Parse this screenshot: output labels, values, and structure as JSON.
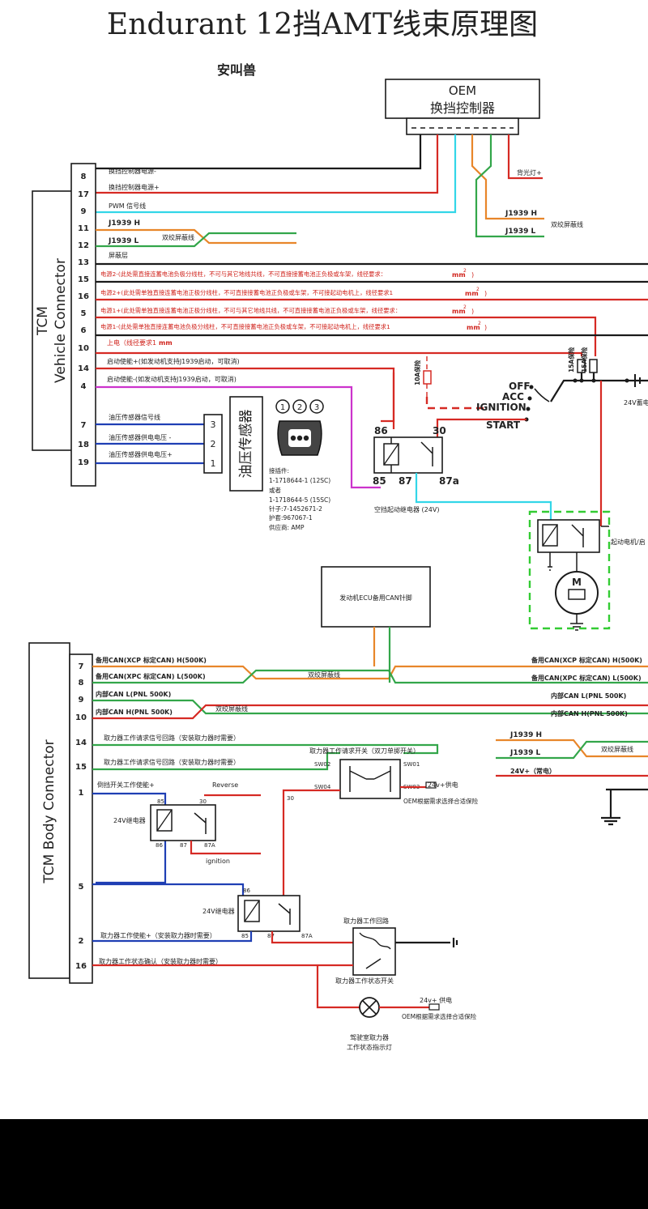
{
  "title": "Endurant 12挡AMT线束原理图",
  "author": "安叫兽",
  "colors": {
    "black": "#1a1a1a",
    "red": "#d62a24",
    "blue": "#1f3fb4",
    "orange": "#e8862a",
    "green": "#33a64a",
    "cyan": "#33d6e8",
    "magenta": "#cc33cc",
    "relay_green": "#33cc33"
  },
  "oem": {
    "line1": "OEM",
    "line2": "换挡控制器",
    "right_wires": {
      "backlight": "背光灯+",
      "h": "J1939 H",
      "l": "J1939 L",
      "twisted": "双绞屏蔽线"
    }
  },
  "vehicle_connector": {
    "label_line1": "TCM",
    "label_line2": "Vehicle Connector",
    "pins": [
      {
        "num": "8",
        "label": "换挡控制器电源-"
      },
      {
        "num": "17",
        "label": "换挡控制器电源+"
      },
      {
        "num": "9",
        "label": "PWM 信号线"
      },
      {
        "num": "11",
        "label": "J1939 H"
      },
      {
        "num": "12",
        "label": "J1939 L"
      },
      {
        "num": "13",
        "label": "屏蔽层"
      },
      {
        "num": "15",
        "label": "电源2-(此处需直接连蓄电池负极分线柱，不可与其它地线共线，不可直接接蓄电池正负极或车架，线径要求："
      },
      {
        "num": "16",
        "label": "电源2+(此处需单独直接连蓄电池正极分线柱，不可直接接蓄电池正负极或车架，不可接起动电机上，线径要求1"
      },
      {
        "num": "5",
        "label": "电源1+(此处需单独直接连蓄电池正极分线柱，不可与其它地线共线，不可直接接蓄电池正负极或车架，线径要求："
      },
      {
        "num": "6",
        "label": "电源1-(此处需单独直接连蓄电池负极分线柱，不可直接接蓄电池正负极或车架，不可接起动电机上，线径要求1"
      },
      {
        "num": "10",
        "label": "上电（线径要求1"
      },
      {
        "num": "14",
        "label": "启动使能+(如发动机支持J1939启动，可取消)"
      },
      {
        "num": "4",
        "label": "启动使能-(如发动机支持J1939启动，可取消)"
      },
      {
        "num": "7",
        "label": "油压传感器信号线"
      },
      {
        "num": "18",
        "label": "油压传感器供电电压 -"
      },
      {
        "num": "19",
        "label": "油压传感器供电电压+"
      }
    ],
    "twisted_label": "双绞屏蔽线",
    "wire_unit": "mm",
    "wire_unit_sup": "2",
    "wire_tail": ")"
  },
  "oil_sensor": {
    "label": "油压传感器",
    "pins": [
      "3",
      "2",
      "1"
    ],
    "connector_pins": [
      "1",
      "2",
      "3"
    ],
    "notes": [
      "接插件:",
      "1-1718644-1 (12SC)",
      "或者",
      "1-1718644-5 (15SC)",
      "针子:7-1452671-2",
      "护套:967067-1",
      "供应商: AMP"
    ]
  },
  "ignition": {
    "off": "OFF",
    "acc": "ACC",
    "ignition": "IGNITION",
    "start": "START",
    "fuse1": "10A保险",
    "fuse2": "15A保险",
    "fuse3": "15A保险",
    "battery": "24V蓄电"
  },
  "start_relay": {
    "p86": "86",
    "p30": "30",
    "p85": "85",
    "p87": "87",
    "p87a": "87a",
    "caption": "空挡起动继电器 (24V)"
  },
  "starter": {
    "caption": "起动电机/启"
  },
  "ecu_box": {
    "label": "发动机ECU备用CAN针脚"
  },
  "body_connector": {
    "label_line1": "TCM Body Connector",
    "pins": [
      {
        "num": "7",
        "label": "备用CAN(XCP 标定CAN) H(500K)"
      },
      {
        "num": "8",
        "label": "备用CAN(XPC 标定CAN) L(500K)"
      },
      {
        "num": "9",
        "label": "内部CAN L(PNL 500K)"
      },
      {
        "num": "10",
        "label": "内部CAN H(PNL 500K)"
      },
      {
        "num": "14",
        "label": "取力器工作请求信号回路（安装取力器时需要）"
      },
      {
        "num": "15",
        "label": "取力器工作请求信号回路（安装取力器时需要）"
      },
      {
        "num": "1",
        "label": "倒挡开关工作使能+"
      },
      {
        "num": "5",
        "label": ""
      },
      {
        "num": "2",
        "label": "取力器工作使能+（安装取力器时需要）"
      },
      {
        "num": "16",
        "label": "取力器工作状态确认（安装取力器时需要）"
      }
    ],
    "right": [
      {
        "label": "备用CAN(XCP 标定CAN) H(500K)"
      },
      {
        "label": "备用CAN(XPC 标定CAN) L(500K)"
      },
      {
        "label": "内部CAN L(PNL 500K)"
      },
      {
        "label": "内部CAN H(PNL 500K)"
      }
    ],
    "twisted1": "双绞屏蔽线",
    "twisted2": "双绞屏蔽线",
    "j1939h": "J1939 H",
    "j1939l": "J1939 L",
    "twisted3": "双绞屏蔽线",
    "v24": "24V+（常电）"
  },
  "pto_switch": {
    "caption": "取力器工作请求开关（双刀单掷开关）",
    "sw02": "SW02",
    "sw01": "SW01",
    "sw04": "SW04",
    "sw03": "SW03",
    "supply": "24v+供电",
    "note": "OEM根据需求选择合适保险",
    "p30": "30"
  },
  "reverse_relay": {
    "reverse": "Reverse",
    "caption": "24V继电器",
    "p85": "85",
    "p30": "30",
    "p86": "86",
    "p87": "87",
    "p87a": "87A",
    "ignition": "ignition"
  },
  "pto_relay": {
    "caption": "24V继电器",
    "p86": "86",
    "p85": "85",
    "p87": "87",
    "p87a": "87A"
  },
  "pto_circuit": {
    "caption": "取力器工作回路",
    "switch": "取力器工作状态开关"
  },
  "lamp": {
    "supply": "24v+ 供电",
    "note": "OEM根据需求选择合适保险",
    "caption1": "驾驶室取力器",
    "caption2": "工作状态指示灯"
  }
}
